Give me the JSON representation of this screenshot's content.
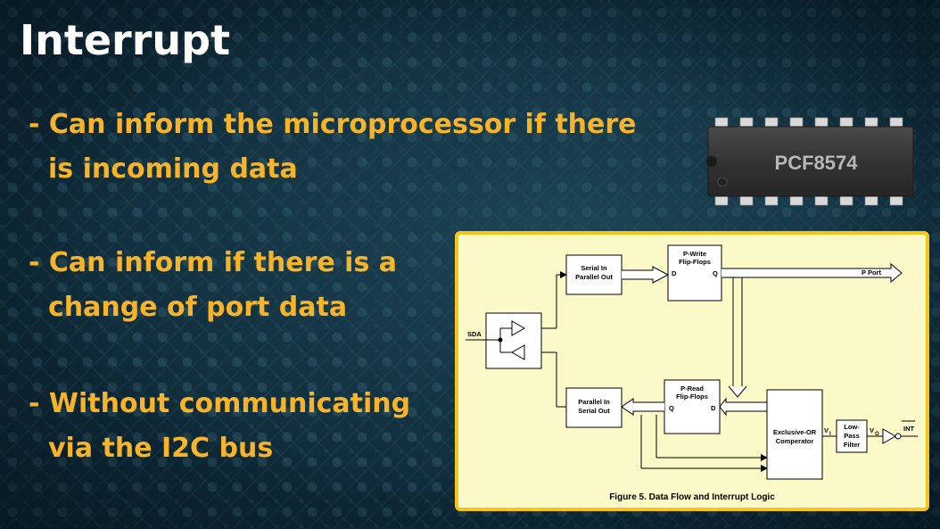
{
  "title": "Interrupt",
  "bullets": [
    {
      "line1": "- Can inform the microprocessor if there",
      "line2": "is incoming data"
    },
    {
      "line1": "- Can inform if there is a",
      "line2": "change of port data"
    },
    {
      "line1": "- Without communicating",
      "line2": "via the I2C bus"
    }
  ],
  "chip": {
    "label": "PCF8574"
  },
  "diagram": {
    "sda": "SDA",
    "serial_in_1": "Serial In",
    "serial_in_2": "Parallel Out",
    "pwrite_1": "P-Write",
    "pwrite_2": "Flip-Flops",
    "pwrite_d": "D",
    "pwrite_q": "Q",
    "pport": "P Port",
    "parallel_in_1": "Parallel In",
    "parallel_in_2": "Serial Out",
    "pread_1": "P-Read",
    "pread_2": "Flip-Flops",
    "pread_q": "Q",
    "pread_d": "D",
    "xor_1": "Exclusive-OR",
    "xor_2": "Comperator",
    "vi": "V",
    "vi_sub": "I",
    "lpf_1": "Low-",
    "lpf_2": "Pass",
    "lpf_3": "Filter",
    "vo": "V",
    "vo_sub": "O",
    "int": "INT",
    "caption": "Figure 5.  Data Flow and Interrupt Logic"
  },
  "colors": {
    "bullet": "#f5b42a",
    "title": "#ffffff",
    "frame": "#f5c518",
    "panel": "#fbf9c8"
  }
}
